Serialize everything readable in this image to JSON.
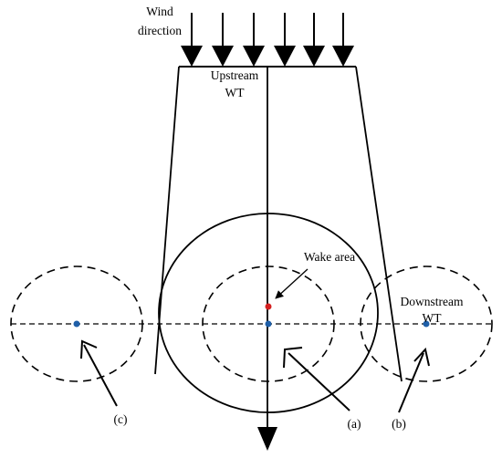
{
  "labels": {
    "wind_direction_line1": "Wind",
    "wind_direction_line2": "direction",
    "upstream_line1": "Upstream",
    "upstream_line2": "WT",
    "wake_area": "Wake area",
    "downstream_line1": "Downstream",
    "downstream_line2": "WT",
    "marker_a": "(a)",
    "marker_b": "(b)",
    "marker_c": "(c)"
  },
  "colors": {
    "stroke": "#000000",
    "wake_center": "#d42020",
    "turbine_point": "#1f5fa8"
  },
  "wind_arrow_count": 6
}
